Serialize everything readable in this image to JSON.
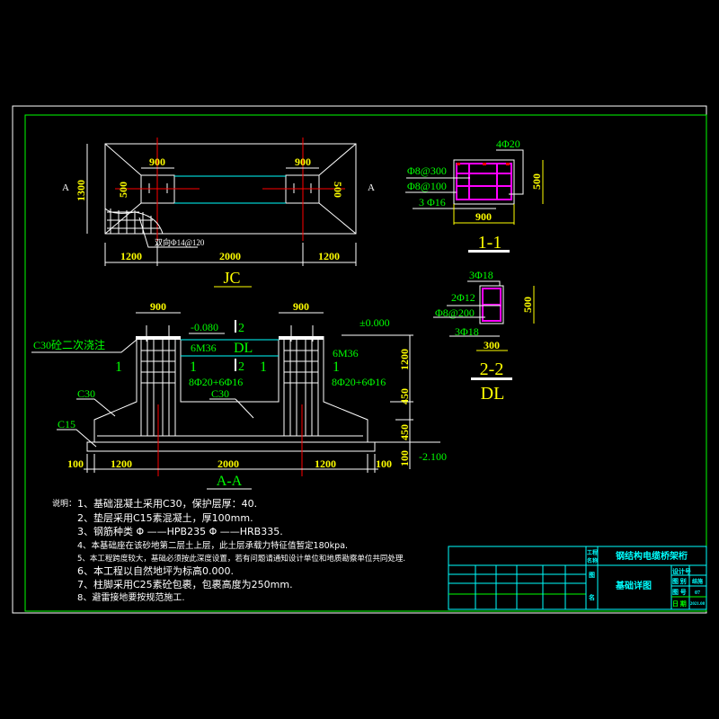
{
  "plan": {
    "label_a_left": "A",
    "label_a_right": "A",
    "dim_width": "1300",
    "dim_ped_w_left": "900",
    "dim_ped_w_right": "900",
    "dim_ped_h_left": "500",
    "dim_ped_h_right": "500",
    "dim_bottom": [
      "1200",
      "2000",
      "1200"
    ],
    "rebar_note": "双向Φ14@120",
    "title": "JC"
  },
  "section_aa": {
    "dim_ped_left": "900",
    "dim_ped_right": "900",
    "elev_beam": "-0.080",
    "elev_ground": "±0.000",
    "elev_bottom": "-2.100",
    "cut_mark": "2",
    "beam_label": "DL",
    "bolts_left": "6M36",
    "bolts_right": "6M36",
    "section_mark": "1",
    "rebar_left": "8Φ20+6Φ16",
    "rebar_right": "8Φ20+6Φ16",
    "grout_note": "C30砼二次浇注",
    "concrete_beam": "C30",
    "concrete_found": "C30",
    "concrete_base": "C15",
    "dim_vertical": [
      "1200",
      "450",
      "450",
      "100"
    ],
    "dim_bottom": [
      "100",
      "1200",
      "2000",
      "1200",
      "100"
    ],
    "title": "A-A"
  },
  "section_11": {
    "top_bars": "4Φ20",
    "stirrup_1": "Φ8@300",
    "stirrup_2": "Φ8@100",
    "bottom_bars": "3 Φ16",
    "dim_w": "900",
    "dim_h": "500",
    "title": "1-1"
  },
  "section_22": {
    "top_bars": "3Φ18",
    "side_bars": "2Φ12",
    "stirrup": "Φ8@200",
    "bottom_bars": "3Φ18",
    "dim_w": "300",
    "dim_h": "500",
    "title": "2-2",
    "subtitle": "DL"
  },
  "notes": {
    "heading": "说明：",
    "items": [
      "1、基础混凝土采用C30，保护层厚：40.",
      "2、垫层采用C15素混凝土，厚100mm.",
      "3、钢筋种类  Φ  ——HPB235  Φ  ——HRB335.",
      "4、本基础座在该砂地第二层土上层，此土层承载力特征值暂定180kpa.",
      "5、本工程跨度较大，基础必须按此深度设置，若有问题请通知设计单位和地质勘察单位共同处理.",
      "6、本工程以自然地坪为标高0.000.",
      "7、柱脚采用C25素砼包裹，包裹高度为250mm.",
      "8、避雷接地要按规范施工."
    ]
  },
  "title_block": {
    "project_label_1": "工程",
    "project_label_2": "名称",
    "project_name": "钢结构电缆桥架桁",
    "drawing_label_1": "图",
    "drawing_label_2": "名",
    "drawing_name": "基础详图",
    "design_no_label": "设计号",
    "category_label": "图  别",
    "category_value": "结施",
    "number_label": "图  号",
    "number_value": "07",
    "date_label": "日  期",
    "date_value": "2021.08"
  }
}
